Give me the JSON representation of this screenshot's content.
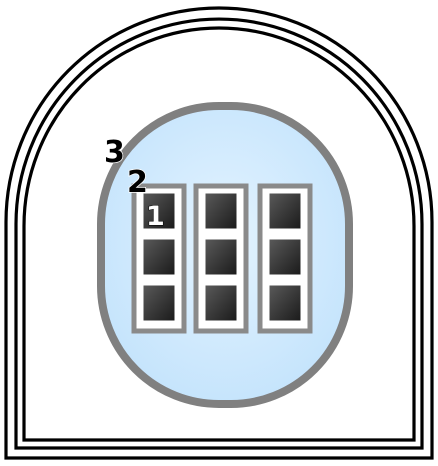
{
  "labels": {
    "outer": "3",
    "inner": "2",
    "cell": "1"
  },
  "colors": {
    "frame": "#000000",
    "background": "#ffffff",
    "inner_border": "#808080",
    "inner_fill_center": "#e3f3ff",
    "inner_fill_edge": "#c3e3fc",
    "column_border": "#8a8a8a",
    "column_fill": "#ffffff",
    "cell_dark": "#202020",
    "cell_light": "#5a5a5a",
    "label_text": "#000000",
    "cell_label_text": "#ffffff"
  },
  "grid": {
    "columns": 3,
    "rows": 3
  }
}
